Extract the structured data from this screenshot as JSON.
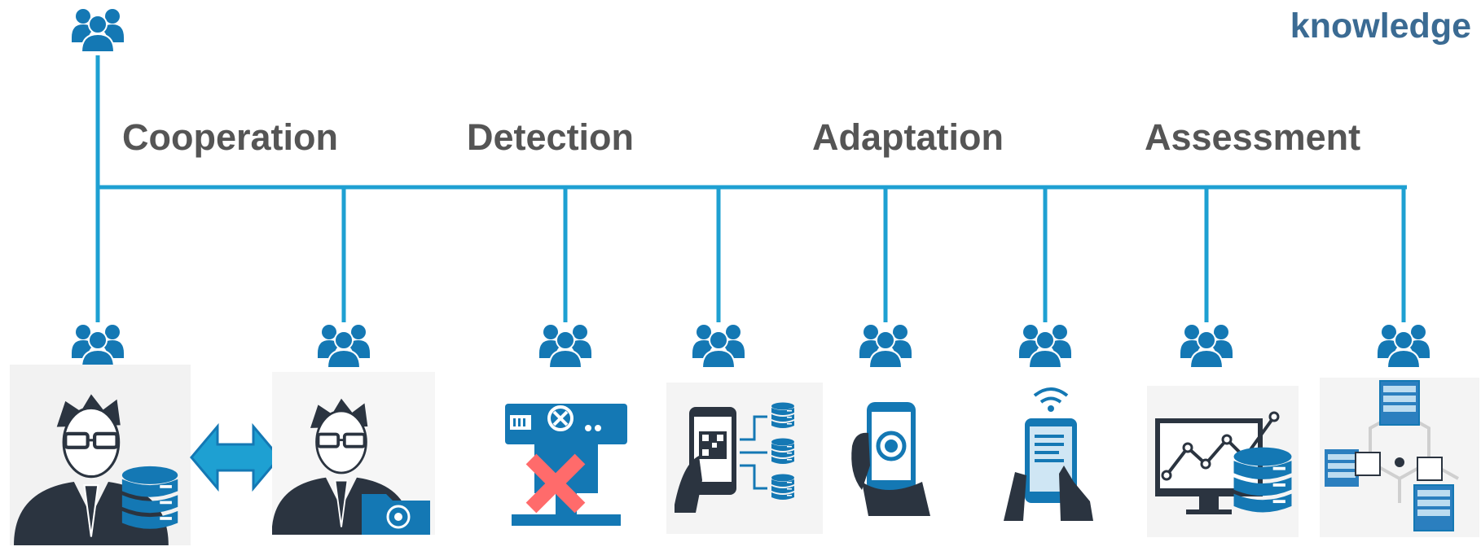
{
  "title": "knowledge",
  "stages": [
    "Cooperation",
    "Detection",
    "Adaptation",
    "Assessment"
  ],
  "people_icon": "people-group-icon",
  "nodes": [
    {
      "icon": "person-with-database-icon"
    },
    {
      "icon": "bidirectional-arrow-icon"
    },
    {
      "icon": "person-with-folder-icon"
    },
    {
      "icon": "machine-failure-icon"
    },
    {
      "icon": "phone-qr-data-icon"
    },
    {
      "icon": "phone-dial-icon"
    },
    {
      "icon": "tablet-wifi-icon"
    },
    {
      "icon": "monitor-analytics-database-icon"
    },
    {
      "icon": "server-network-icon"
    }
  ],
  "colors": {
    "line": "#1ea0d2",
    "icon": "#1478b4",
    "heading": "#555555",
    "title": "#3b6b93",
    "cross": "#ff6b6b",
    "dark": "#2b3440"
  }
}
